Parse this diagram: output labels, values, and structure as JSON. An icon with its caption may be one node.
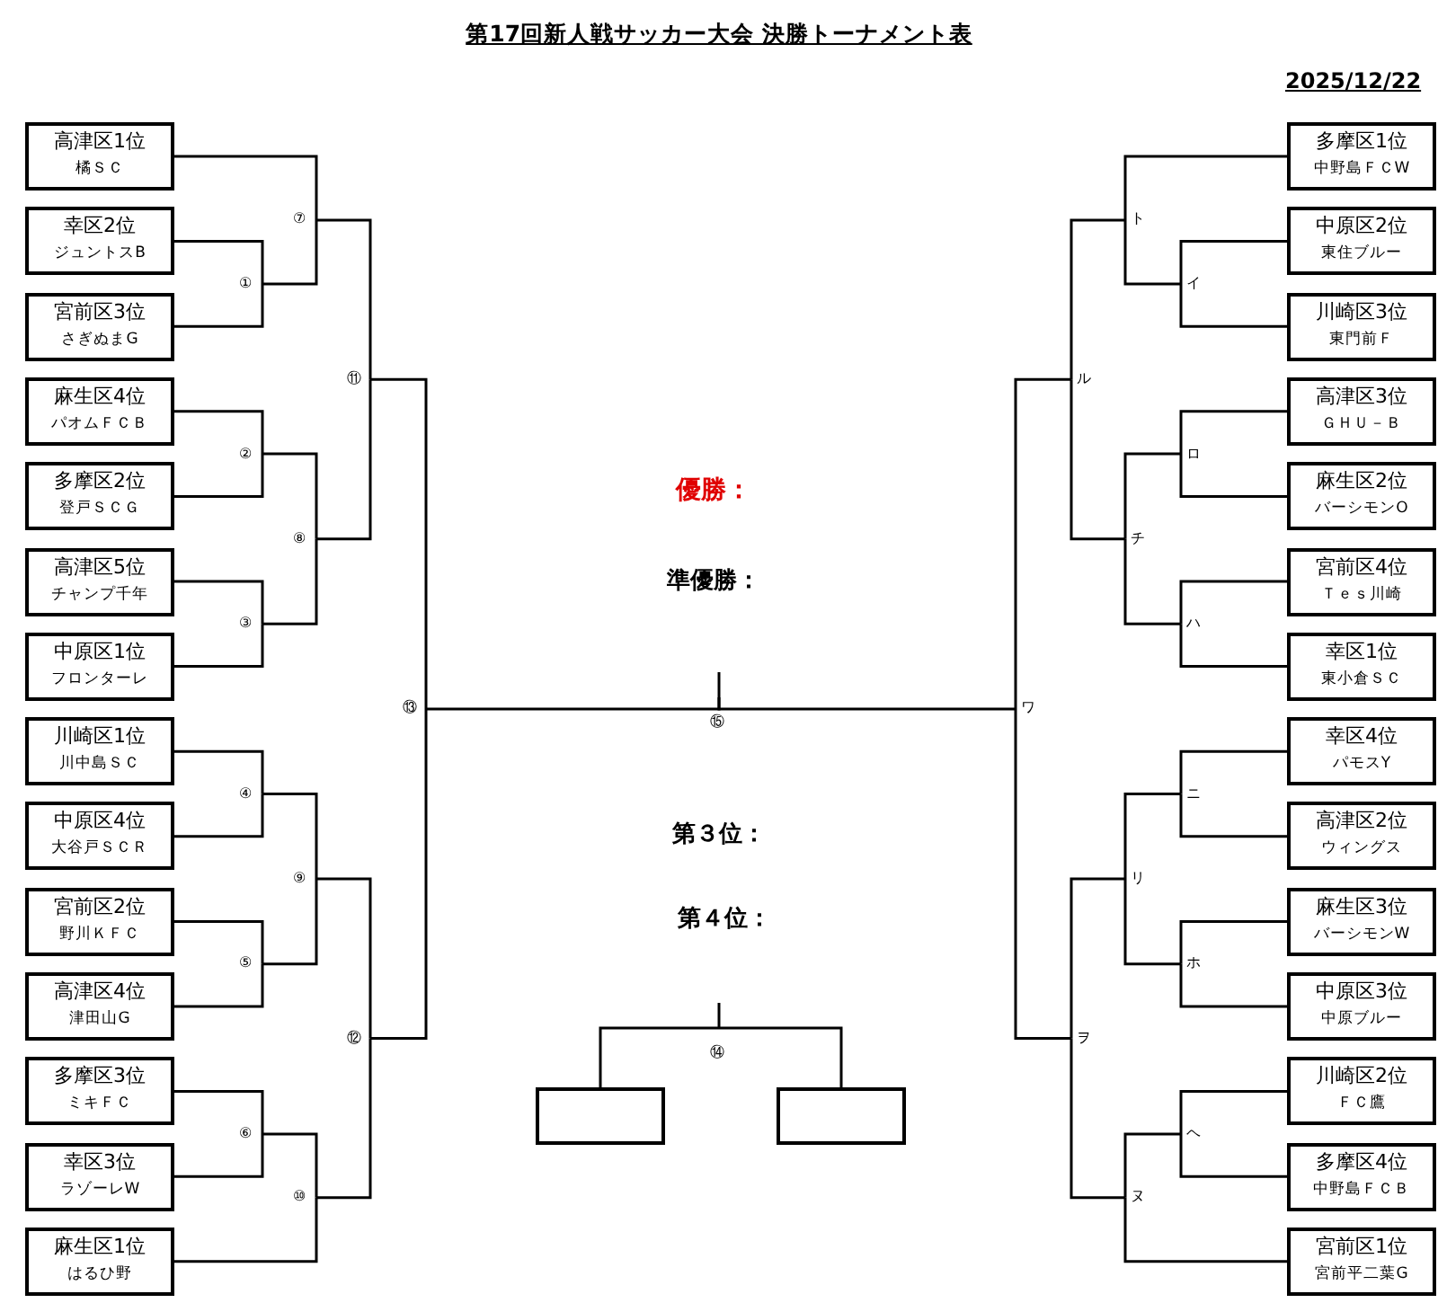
{
  "diagram": {
    "title": "第17回新人戦サッカー大会 決勝トーナメント表",
    "nodes": [
      {
        "text": [
          "高津区1位",
          "橘ＳＣ"
        ]
      },
      {
        "text": [
          "幸区2位",
          "ジュントスB"
        ]
      },
      {
        "text": [
          "宮前区3位",
          "さぎぬまG"
        ]
      },
      {
        "text": [
          "麻生区4位",
          "パオムＦＣＢ"
        ]
      },
      {
        "text": [
          "多摩区2位",
          "登戸ＳＣＧ"
        ]
      },
      {
        "text": [
          "高津区5位",
          "チャンプ千年"
        ]
      },
      {
        "text": [
          "中原区1位",
          "フロンターレ"
        ]
      },
      {
        "text": [
          "川崎区1位",
          "川中島ＳＣ"
        ]
      },
      {
        "text": [
          "中原区4位",
          "大谷戸ＳＣＲ"
        ]
      },
      {
        "text": [
          "宮前区2位",
          "野川ＫＦＣ"
        ]
      },
      {
        "text": [
          "高津区4位",
          "津田山G"
        ]
      },
      {
        "text": [
          "多摩区3位",
          "ミキＦＣ"
        ]
      },
      {
        "text": [
          "幸区3位",
          "ラゾーレW"
        ]
      },
      {
        "text": [
          "麻生区1位",
          "はるひ野"
        ]
      },
      {
        "text": [
          "多摩区1位",
          "中野島ＦＣW"
        ]
      },
      {
        "text": [
          "中原区2位",
          "東住ブルー"
        ]
      },
      {
        "text": [
          "川崎区3位",
          "東門前Ｆ"
        ]
      },
      {
        "text": [
          "高津区3位",
          "ＧＨＵ－Ｂ"
        ]
      },
      {
        "text": [
          "麻生区2位",
          "バーシモンO"
        ]
      },
      {
        "text": [
          "宮前区4位",
          "Ｔｅｓ川崎"
        ]
      },
      {
        "text": [
          "幸区1位",
          "東小倉ＳＣ"
        ]
      },
      {
        "text": [
          "幸区4位",
          "パモスY"
        ]
      },
      {
        "text": [
          "高津区2位",
          "ウィングス"
        ]
      },
      {
        "text": [
          "麻生区3位",
          "バーシモンW"
        ]
      },
      {
        "text": [
          "中原区3位",
          "中原ブルー"
        ]
      },
      {
        "text": [
          "川崎区2位",
          "ＦＣ鷹"
        ]
      },
      {
        "text": [
          "多摩区4位",
          "中野島ＦＣＢ"
        ]
      },
      {
        "text": [
          "宮前区1位",
          "宮前平二葉G"
        ]
      },
      {
        "text": [
          "①"
        ]
      },
      {
        "text": [
          "②"
        ]
      },
      {
        "text": [
          "③"
        ]
      },
      {
        "text": [
          "④"
        ]
      },
      {
        "text": [
          "⑤"
        ]
      },
      {
        "text": [
          "⑥"
        ]
      },
      {
        "text": [
          "⑦"
        ]
      },
      {
        "text": [
          "⑧"
        ]
      },
      {
        "text": [
          "⑨"
        ]
      },
      {
        "text": [
          "⑩"
        ]
      },
      {
        "text": [
          "⑪"
        ]
      },
      {
        "text": [
          "⑫"
        ]
      },
      {
        "text": [
          "⑬"
        ]
      },
      {
        "text": [
          "⑭"
        ]
      },
      {
        "text": [
          "⑮"
        ]
      },
      {
        "text": [
          "イ"
        ]
      },
      {
        "text": [
          "ロ"
        ]
      },
      {
        "text": [
          "ハ"
        ]
      },
      {
        "text": [
          "ニ"
        ]
      },
      {
        "text": [
          "ホ"
        ]
      },
      {
        "text": [
          "ヘ"
        ]
      },
      {
        "text": [
          "ト"
        ]
      },
      {
        "text": [
          "チ"
        ]
      },
      {
        "text": [
          "リ"
        ]
      },
      {
        "text": [
          "ヌ"
        ]
      },
      {
        "text": [
          "ル"
        ]
      },
      {
        "text": [
          "ヲ"
        ]
      },
      {
        "text": [
          "ワ"
        ]
      },
      {
        "text": [],
        "shape": "box"
      },
      {
        "text": [],
        "shape": "box"
      }
    ],
    "edges": [
      {
        "from": 1,
        "to": 28,
        "arrow": "none"
      },
      {
        "from": 2,
        "to": 28,
        "arrow": "none"
      },
      {
        "from": 3,
        "to": 29,
        "arrow": "none"
      },
      {
        "from": 4,
        "to": 29,
        "arrow": "none"
      },
      {
        "from": 5,
        "to": 30,
        "arrow": "none"
      },
      {
        "from": 6,
        "to": 30,
        "arrow": "none"
      },
      {
        "from": 7,
        "to": 31,
        "arrow": "none"
      },
      {
        "from": 8,
        "to": 31,
        "arrow": "none"
      },
      {
        "from": 9,
        "to": 32,
        "arrow": "none"
      },
      {
        "from": 10,
        "to": 32,
        "arrow": "none"
      },
      {
        "from": 11,
        "to": 33,
        "arrow": "none"
      },
      {
        "from": 12,
        "to": 33,
        "arrow": "none"
      },
      {
        "from": 0,
        "to": 34,
        "arrow": "none"
      },
      {
        "from": 28,
        "to": 34,
        "arrow": "none"
      },
      {
        "from": 29,
        "to": 35,
        "arrow": "none"
      },
      {
        "from": 30,
        "to": 35,
        "arrow": "none"
      },
      {
        "from": 31,
        "to": 36,
        "arrow": "none"
      },
      {
        "from": 32,
        "to": 36,
        "arrow": "none"
      },
      {
        "from": 33,
        "to": 37,
        "arrow": "none"
      },
      {
        "from": 13,
        "to": 37,
        "arrow": "none"
      },
      {
        "from": 34,
        "to": 38,
        "arrow": "none"
      },
      {
        "from": 35,
        "to": 38,
        "arrow": "none"
      },
      {
        "from": 36,
        "to": 39,
        "arrow": "none"
      },
      {
        "from": 37,
        "to": 39,
        "arrow": "none"
      },
      {
        "from": 38,
        "to": 40,
        "arrow": "none"
      },
      {
        "from": 39,
        "to": 40,
        "arrow": "none"
      },
      {
        "from": 40,
        "to": 42,
        "arrow": "none"
      },
      {
        "from": 55,
        "to": 42,
        "arrow": "none"
      },
      {
        "from": 41,
        "to": 56,
        "arrow": "none"
      },
      {
        "from": 41,
        "to": 57,
        "arrow": "none"
      },
      {
        "from": 15,
        "to": 43,
        "arrow": "none"
      },
      {
        "from": 16,
        "to": 43,
        "arrow": "none"
      },
      {
        "from": 17,
        "to": 44,
        "arrow": "none"
      },
      {
        "from": 18,
        "to": 44,
        "arrow": "none"
      },
      {
        "from": 19,
        "to": 45,
        "arrow": "none"
      },
      {
        "from": 20,
        "to": 45,
        "arrow": "none"
      },
      {
        "from": 21,
        "to": 46,
        "arrow": "none"
      },
      {
        "from": 22,
        "to": 46,
        "arrow": "none"
      },
      {
        "from": 23,
        "to": 47,
        "arrow": "none"
      },
      {
        "from": 24,
        "to": 47,
        "arrow": "none"
      },
      {
        "from": 25,
        "to": 48,
        "arrow": "none"
      },
      {
        "from": 26,
        "to": 48,
        "arrow": "none"
      },
      {
        "from": 14,
        "to": 49,
        "arrow": "none"
      },
      {
        "from": 43,
        "to": 49,
        "arrow": "none"
      },
      {
        "from": 44,
        "to": 50,
        "arrow": "none"
      },
      {
        "from": 45,
        "to": 50,
        "arrow": "none"
      },
      {
        "from": 46,
        "to": 51,
        "arrow": "none"
      },
      {
        "from": 47,
        "to": 51,
        "arrow": "none"
      },
      {
        "from": 48,
        "to": 52,
        "arrow": "none"
      },
      {
        "from": 27,
        "to": 52,
        "arrow": "none"
      },
      {
        "from": 49,
        "to": 53,
        "arrow": "none"
      },
      {
        "from": 50,
        "to": 53,
        "arrow": "none"
      },
      {
        "from": 51,
        "to": 54,
        "arrow": "none"
      },
      {
        "from": 52,
        "to": 54,
        "arrow": "none"
      },
      {
        "from": 53,
        "to": 55,
        "arrow": "none"
      },
      {
        "from": 54,
        "to": 55,
        "arrow": "none"
      }
    ],
    "labels": [
      "2025/12/22",
      "優勝：",
      "準優勝：",
      "第３位：",
      "第４位："
    ]
  }
}
